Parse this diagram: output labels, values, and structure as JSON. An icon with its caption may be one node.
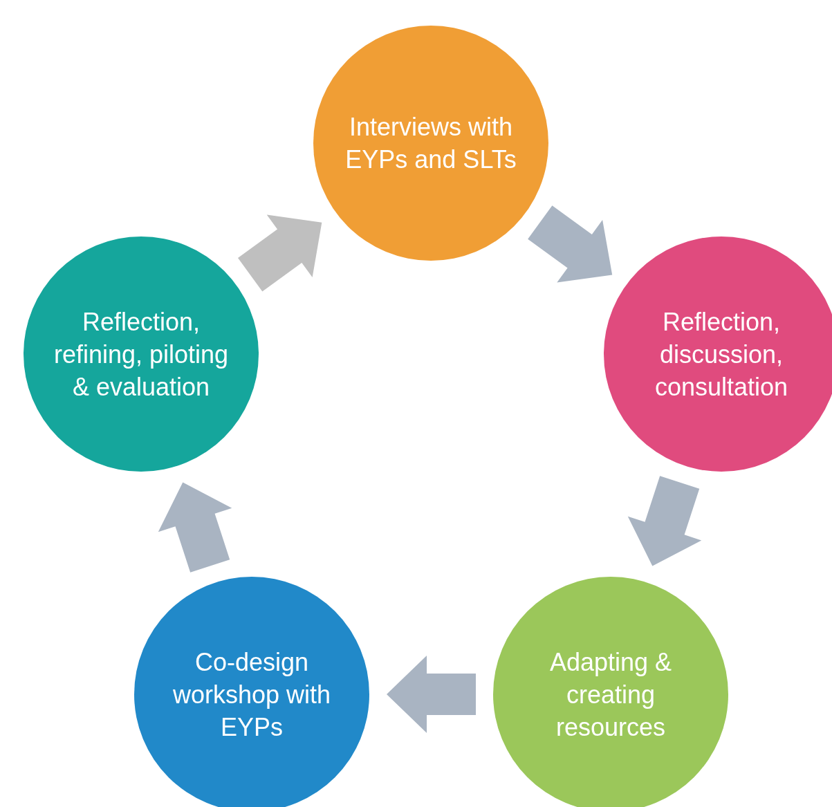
{
  "diagram": {
    "nodes": [
      {
        "text": [
          "Interviews with EYPs and SLTs"
        ]
      },
      {
        "text": [
          "Reflection, discussion, consultation"
        ]
      },
      {
        "text": [
          "Adapting & creating resources"
        ]
      },
      {
        "text": [
          "Co-design workshop with EYPs"
        ]
      },
      {
        "text": [
          "Reflection, refining, piloting & evaluation"
        ]
      }
    ],
    "edges": [
      {
        "from": 0,
        "to": 1,
        "arrow": "to"
      },
      {
        "from": 1,
        "to": 2,
        "arrow": "to"
      },
      {
        "from": 2,
        "to": 3,
        "arrow": "to"
      },
      {
        "from": 3,
        "to": 4,
        "arrow": "to"
      },
      {
        "from": 4,
        "to": 0,
        "arrow": "to",
        "color": "#bfbfbf"
      }
    ]
  }
}
